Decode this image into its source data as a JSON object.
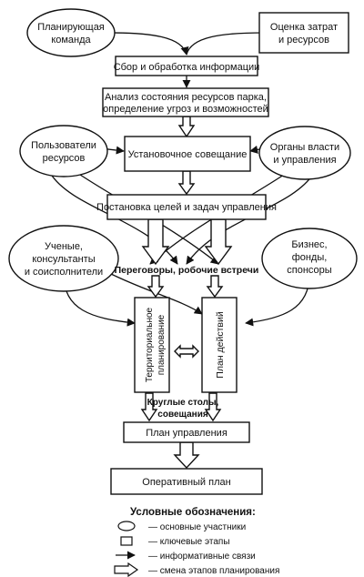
{
  "participants": {
    "planning_team": [
      "Планирующая",
      "команда"
    ],
    "cost_estimate": [
      "Оценка затрат",
      "и ресурсов"
    ],
    "resource_users": [
      "Пользователи",
      "ресурсов"
    ],
    "authorities": [
      "Органы власти",
      "и управления"
    ],
    "scientists": [
      "Ученые,",
      "консультанты",
      "и соисполнители"
    ],
    "business": [
      "Бизнес,",
      "фонды,",
      "спонсоры"
    ]
  },
  "stages": {
    "collect_info": "Сбор и обработка информации",
    "analysis": [
      "Анализ состояния ресурсов парка,",
      "определение угроз и возможностей"
    ],
    "kickoff_meeting": "Установочное совещание",
    "goals": "Постановка целей и задач управления",
    "negotiations": "Переговоры, робочие встречи",
    "territorial_planning": [
      "Территориальное",
      "планирование"
    ],
    "action_plan": "План действий",
    "round_tables": [
      "Круглые столы,",
      "совещания"
    ],
    "management_plan": "План управления",
    "operational_plan": "Оперативный план"
  },
  "legend": {
    "title": "Условные обозначения:",
    "items": [
      {
        "icon": "ellipse-icon",
        "label": "— основные участники"
      },
      {
        "icon": "rectangle-icon",
        "label": "— ключевые этапы"
      },
      {
        "icon": "arrow-icon",
        "label": "— информативные связи"
      },
      {
        "icon": "block-arrow-icon",
        "label": "— смена этапов планирования"
      }
    ]
  }
}
